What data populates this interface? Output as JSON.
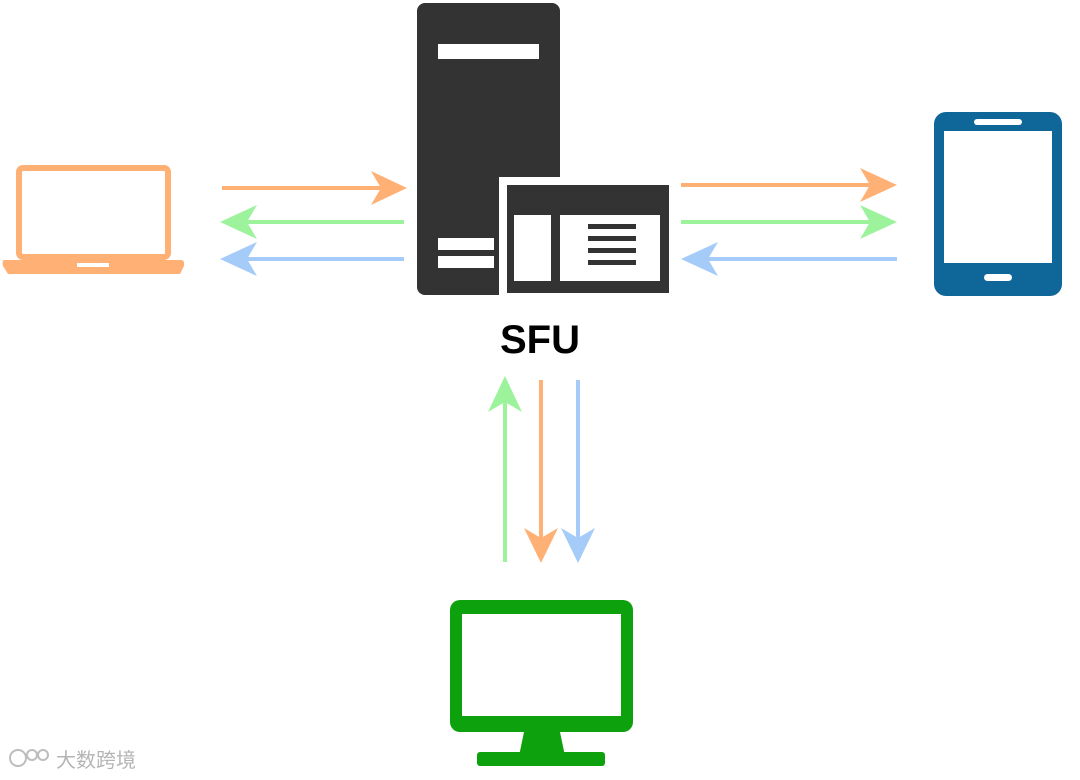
{
  "diagram": {
    "server_label": "SFU",
    "nodes": [
      {
        "name": "laptop",
        "icon": "laptop-icon",
        "color": "#FFB074"
      },
      {
        "name": "server",
        "icon": "server-icon",
        "color": "#333333"
      },
      {
        "name": "phone",
        "icon": "phone-icon",
        "color": "#0E6699"
      },
      {
        "name": "desktop",
        "icon": "monitor-icon",
        "color": "#0EA10E"
      }
    ],
    "streams": [
      {
        "name": "orange",
        "color": "#FFB074"
      },
      {
        "name": "green",
        "color": "#9CF39C"
      },
      {
        "name": "blue",
        "color": "#A5CBF8"
      }
    ]
  },
  "watermark": {
    "text": "大数跨境"
  }
}
